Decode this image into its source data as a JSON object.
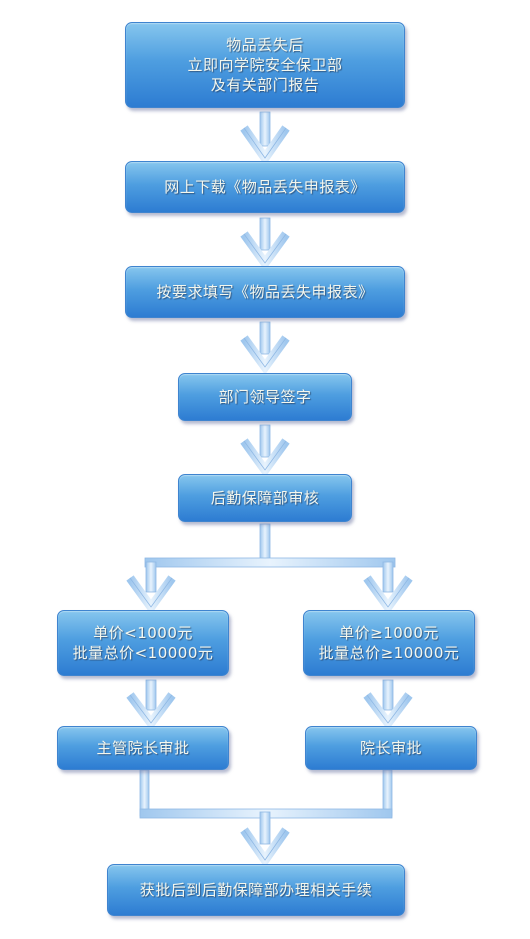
{
  "steps": {
    "report_loss": [
      "物品丢失后",
      "立即向学院安全保卫部",
      "及有关部门报告"
    ],
    "download_form": [
      "网上下载《物品丢失申报表》"
    ],
    "fill_form": [
      "按要求填写《物品丢失申报表》"
    ],
    "dept_sign": [
      "部门领导签字"
    ],
    "logistics_review": [
      "后勤保障部审核"
    ],
    "low_value_condition": [
      "单价<1000元",
      "批量总价<10000元"
    ],
    "high_value_condition": [
      "单价≥1000元",
      "批量总价≥10000元"
    ],
    "supervisor_approval": [
      "主管院长审批"
    ],
    "president_approval": [
      "院长审批"
    ],
    "final_procedure": [
      "获批后到后勤保障部办理相关手续"
    ]
  },
  "colors": {
    "box_top": "#86c6ee",
    "box_bottom": "#2d7cd2",
    "connector": "#c2dcf4",
    "text": "#f4f7ee"
  }
}
